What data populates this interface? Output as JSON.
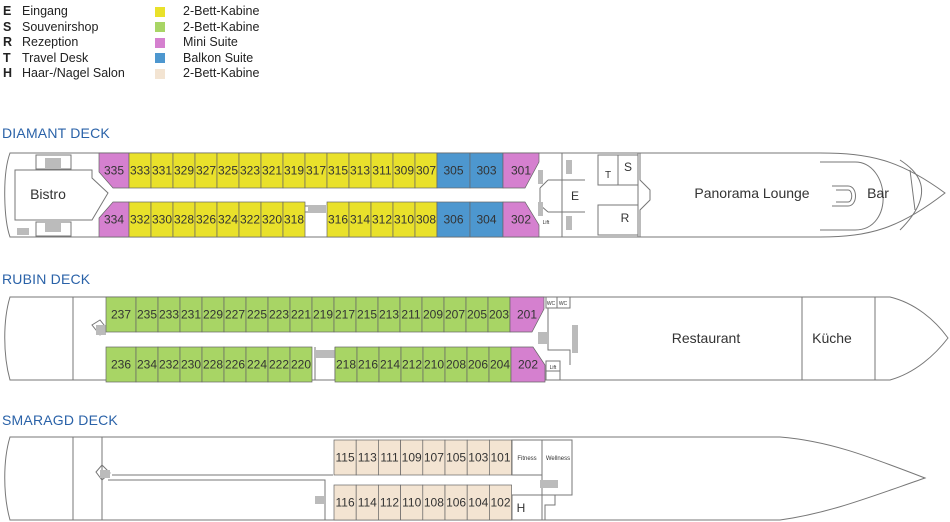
{
  "legend": {
    "facilities": [
      {
        "abbr": "E",
        "label": "Eingang"
      },
      {
        "abbr": "S",
        "label": "Souvenirshop"
      },
      {
        "abbr": "R",
        "label": "Rezeption"
      },
      {
        "abbr": "T",
        "label": "Travel Desk"
      },
      {
        "abbr": "H",
        "label": "Haar-/Nagel Salon"
      }
    ],
    "cabin_types": [
      {
        "label": "2-Bett-Kabine",
        "color": "#e9e12b"
      },
      {
        "label": "2-Bett-Kabine",
        "color": "#a8d565"
      },
      {
        "label": "Mini Suite",
        "color": "#d580cf"
      },
      {
        "label": "Balkon Suite",
        "color": "#4d97cf"
      },
      {
        "label": "2-Bett-Kabine",
        "color": "#f3e4d2"
      }
    ]
  },
  "decks": {
    "diamant": {
      "title": "DIAMANT DECK",
      "top_row": [
        "335",
        "333",
        "331",
        "329",
        "327",
        "325",
        "323",
        "321",
        "319",
        "317",
        "315",
        "313",
        "311",
        "309",
        "307",
        "305",
        "303",
        "301"
      ],
      "bottom_row": [
        "334",
        "332",
        "330",
        "328",
        "326",
        "324",
        "322",
        "320",
        "318",
        "316",
        "314",
        "312",
        "310",
        "308",
        "306",
        "304",
        "302"
      ],
      "rooms": {
        "bistro": "Bistro",
        "entrance": "E",
        "shop": "S",
        "travel": "T",
        "reception": "R",
        "lift": "Lift",
        "lounge": "Panorama Lounge",
        "bar": "Bar"
      }
    },
    "rubin": {
      "title": "RUBIN DECK",
      "top_row": [
        "237",
        "235",
        "233",
        "231",
        "229",
        "227",
        "225",
        "223",
        "221",
        "219",
        "217",
        "215",
        "213",
        "211",
        "209",
        "207",
        "205",
        "203",
        "201"
      ],
      "bottom_row": [
        "236",
        "234",
        "232",
        "230",
        "228",
        "226",
        "224",
        "222",
        "220",
        "218",
        "216",
        "214",
        "212",
        "210",
        "208",
        "206",
        "204",
        "202"
      ],
      "rooms": {
        "wc1": "WC",
        "wc2": "WC",
        "lift": "Lift",
        "restaurant": "Restaurant",
        "kitchen": "Küche"
      }
    },
    "smaragd": {
      "title": "SMARAGD DECK",
      "top_row": [
        "115",
        "113",
        "111",
        "109",
        "107",
        "105",
        "103",
        "101"
      ],
      "bottom_row": [
        "116",
        "114",
        "112",
        "110",
        "108",
        "106",
        "104",
        "102"
      ],
      "rooms": {
        "fitness": "Fitness",
        "wellness": "Wellness",
        "salon": "H"
      }
    }
  },
  "colors": {
    "yellow": "#e9e12b",
    "green": "#a8d565",
    "mini": "#d580cf",
    "balkon": "#4d97cf",
    "beige": "#f3e4d2",
    "line": "#777777",
    "title": "#2a62a8"
  }
}
